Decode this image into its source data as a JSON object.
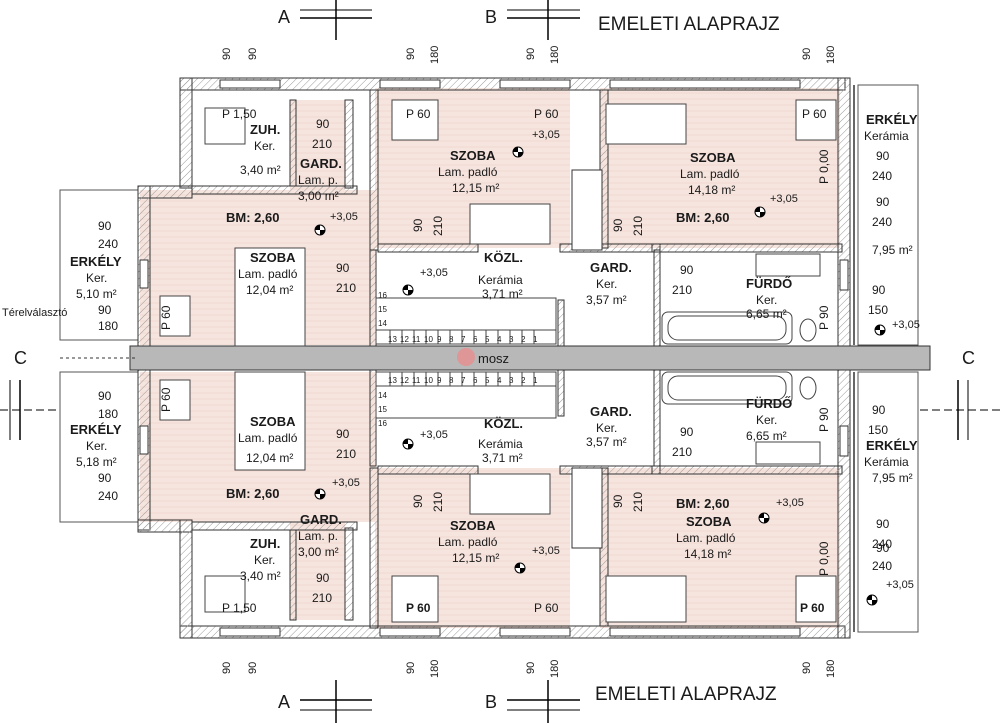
{
  "title_top": "EMELETI ALAPRAJZ",
  "title_bottom": "EMELETI ALAPRAJZ",
  "section_a": "A",
  "section_b": "B",
  "section_c": "C",
  "dims_top": [
    "90",
    "90",
    "90",
    "180",
    "90",
    "180",
    "90",
    "180"
  ],
  "dims_bottom": [
    "90",
    "90",
    "90",
    "180",
    "90",
    "180",
    "90",
    "180"
  ],
  "terelvalaszto": "Térelválasztó",
  "watermark": "mosz",
  "rooms": {
    "zuh_top": {
      "name": "ZUH.",
      "floor": "Ker.",
      "area": "3,40 m²",
      "p": "P 1,50"
    },
    "gard_top_left": {
      "name": "GARD.",
      "floor": "Lam. p.",
      "area": "3,00 m²"
    },
    "szoba_top_mid": {
      "name": "SZOBA",
      "floor": "Lam. padló",
      "area": "12,15 m²",
      "p": "P 60"
    },
    "szoba_top_right": {
      "name": "SZOBA",
      "floor": "Lam. padló",
      "area": "14,18 m²",
      "p": "P 60"
    },
    "erkely_top_right": {
      "name": "ERKÉLY",
      "floor": "Kerámia",
      "area": "7,95 m²"
    },
    "erkely_top_left": {
      "name": "ERKÉLY",
      "floor": "Ker.",
      "area": "5,10 m²"
    },
    "szoba_top_left": {
      "name": "SZOBA",
      "floor": "Lam. padló",
      "area": "12,04 m²",
      "p": "P 60"
    },
    "kozl_top": {
      "name": "KÖZL.",
      "floor": "Kerámia",
      "area": "3,71 m²"
    },
    "gard_top_mid": {
      "name": "GARD.",
      "floor": "Ker.",
      "area": "3,57 m²"
    },
    "furdo_top": {
      "name": "FÜRDŐ",
      "floor": "Ker.",
      "area": "6,65 m²"
    },
    "erkely_bot_left": {
      "name": "ERKÉLY",
      "floor": "Ker.",
      "area": "5,18 m²"
    },
    "szoba_bot_left": {
      "name": "SZOBA",
      "floor": "Lam. padló",
      "area": "12,04 m²",
      "p": "P 60"
    },
    "kozl_bot": {
      "name": "KÖZL.",
      "floor": "Kerámia",
      "area": "3,71 m²"
    },
    "gard_bot_mid": {
      "name": "GARD.",
      "floor": "Ker.",
      "area": "3,57 m²"
    },
    "furdo_bot": {
      "name": "FÜRDŐ",
      "floor": "Ker.",
      "area": "6,65 m²"
    },
    "erkely_bot_right": {
      "name": "ERKÉLY",
      "floor": "Kerámia",
      "area": "7,95 m²"
    },
    "zuh_bot": {
      "name": "ZUH.",
      "floor": "Ker.",
      "area": "3,40 m²",
      "p": "P 1,50"
    },
    "gard_bot_left": {
      "name": "GARD.",
      "floor": "Lam. p.",
      "area": "3,00 m²"
    },
    "szoba_bot_mid": {
      "name": "SZOBA",
      "floor": "Lam. padló",
      "area": "12,15 m²",
      "p": "P 60"
    },
    "szoba_bot_right": {
      "name": "SZOBA",
      "floor": "Lam. padló",
      "area": "14,18 m²",
      "p": "P 60"
    }
  },
  "bm": "BM: 2,60",
  "level": "+3,05",
  "openings": {
    "d90": "90",
    "d210": "210",
    "d240": "240",
    "d180": "180",
    "d150": "150",
    "p90": "P 90",
    "p000": "P 0,00"
  },
  "stairs_top": [
    "13",
    "12",
    "11",
    "10",
    "9",
    "8",
    "7",
    "6",
    "5",
    "4",
    "3",
    "2",
    "1",
    "14",
    "15",
    "16"
  ],
  "stairs_bot": [
    "13",
    "12",
    "11",
    "10",
    "9",
    "8",
    "7",
    "6",
    "5",
    "4",
    "3",
    "2",
    "1",
    "14",
    "15",
    "16"
  ]
}
